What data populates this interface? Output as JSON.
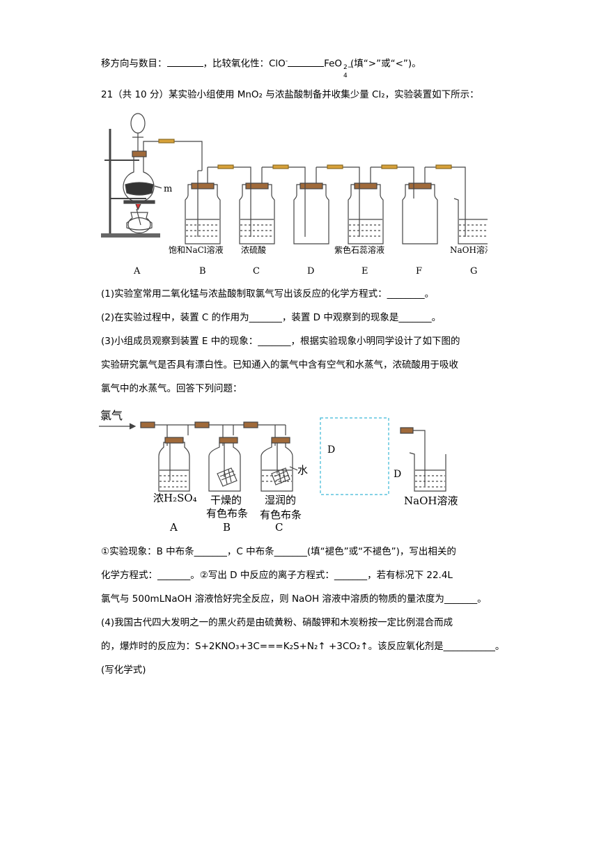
{
  "text": {
    "l1a": "移方向与数目：",
    "l1b": "，比较氧化性：ClO",
    "l1c": "FeO",
    "l1d": "(填“>”或“<”)。",
    "l2": "21（共 10 分）某实验小组使用 MnO₂ 与浓盐酸制备并收集少量 Cl₂，实验装置如下所示：",
    "q1": "(1)实验室常用二氧化锰与浓盐酸制取氯气写出该反应的化学方程式：________。",
    "q2": "(2)在实验过程中，装置 C 的作用为_______，装置 D 中观察到的现象是_______。",
    "q3a": "(3)小组成员观察到装置 E 中的现象：_______，根据实验现象小明同学设计了如下图的",
    "q3b": "实验研究氯气是否具有漂白性。已知通入的氯气中含有空气和水蒸气，浓硫酸用于吸收",
    "q3c": "氯气中的水蒸气。回答下列问题：",
    "q3d": "①实验现象：B 中布条_______，C 中布条_______(填“褪色”或“不褪色”)，写出相关的",
    "q3e": "化学方程式：_______。②写出 D 中反应的离子方程式：_______，若有标况下 22.4L",
    "q3f": "氯气与 500mLNaOH 溶液恰好完全反应，则 NaOH 溶液中溶质的物质的量浓度为_______。",
    "q4a": "(4)我国古代四大发明之一的黑火药是由硫黄粉、硝酸钾和木炭粉按一定比例混合而成",
    "q4b": "的，爆炸时的反应为：S+2KNO₃+3C===K₂S+N₂↑ +3CO₂↑。该反应氧化剂是___________。",
    "q4c": "(写化学式)"
  },
  "fig1": {
    "m_label": "m",
    "labels": [
      "饱和NaCl溶液",
      "浓硫酸",
      "紫色石蕊溶液",
      "NaOH溶液"
    ],
    "letters": [
      "A",
      "B",
      "C",
      "D",
      "E",
      "F",
      "G"
    ]
  },
  "fig2": {
    "gas": "氯气",
    "water": "水",
    "acid": "浓H₂SO₄",
    "dry1": "干燥的",
    "dry2": "有色布条",
    "wet1": "湿润的",
    "wet2": "有色布条",
    "box_label": "D",
    "d_label": "D",
    "naoh": "NaOH溶液",
    "letters": [
      "A",
      "B",
      "C"
    ]
  }
}
